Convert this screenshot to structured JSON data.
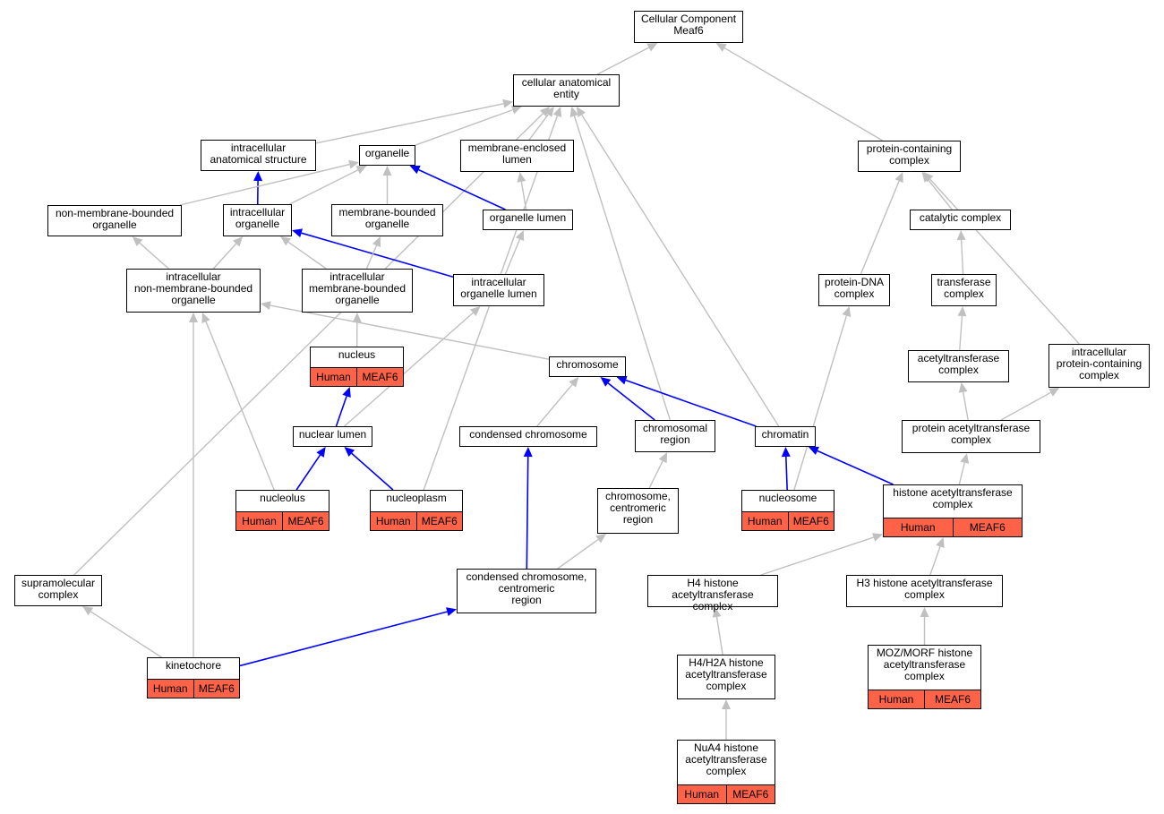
{
  "colors": {
    "is_a_edge": "#c0c0c0",
    "part_of_edge": "#0000ff",
    "annotation_fill": "#ff6347",
    "node_border": "#000000",
    "node_fill": "#ffffff"
  },
  "nodes": {
    "root": {
      "label": "Cellular Component\nMeaf6"
    },
    "cae": {
      "label": "cellular anatomical\nentity"
    },
    "pcc": {
      "label": "protein-containing\ncomplex"
    },
    "ias": {
      "label": "intracellular\nanatomical structure"
    },
    "organelle": {
      "label": "organelle"
    },
    "mel": {
      "label": "membrane-enclosed\nlumen"
    },
    "nmbo": {
      "label": "non-membrane-bounded\norganelle"
    },
    "io": {
      "label": "intracellular\norganelle"
    },
    "mbo": {
      "label": "membrane-bounded\norganelle"
    },
    "ol": {
      "label": "organelle lumen"
    },
    "cat": {
      "label": "catalytic complex"
    },
    "inmbo": {
      "label": "intracellular\nnon-membrane-bounded\norganelle"
    },
    "imbo": {
      "label": "intracellular\nmembrane-bounded\norganelle"
    },
    "iol": {
      "label": "intracellular\norganelle lumen"
    },
    "pdna": {
      "label": "protein-DNA\ncomplex"
    },
    "trans": {
      "label": "transferase\ncomplex"
    },
    "nucleus": {
      "label": "nucleus",
      "annotations": [
        "Human",
        "MEAF6"
      ]
    },
    "chromosome": {
      "label": "chromosome"
    },
    "acet": {
      "label": "acetyltransferase\ncomplex"
    },
    "ipcc": {
      "label": "intracellular\nprotein-containing\ncomplex"
    },
    "nl": {
      "label": "nuclear lumen"
    },
    "cc": {
      "label": "condensed chromosome"
    },
    "cr": {
      "label": "chromosomal\nregion"
    },
    "chromatin": {
      "label": "chromatin"
    },
    "pacet": {
      "label": "protein acetyltransferase\ncomplex"
    },
    "nucleolus": {
      "label": "nucleolus",
      "annotations": [
        "Human",
        "MEAF6"
      ]
    },
    "nucleoplasm": {
      "label": "nucleoplasm",
      "annotations": [
        "Human",
        "MEAF6"
      ]
    },
    "ccr": {
      "label": "chromosome,\ncentromeric\nregion"
    },
    "nucleosome": {
      "label": "nucleosome",
      "annotations": [
        "Human",
        "MEAF6"
      ]
    },
    "hat": {
      "label": "histone acetyltransferase\ncomplex",
      "annotations": [
        "Human",
        "MEAF6"
      ]
    },
    "smc": {
      "label": "supramolecular\ncomplex"
    },
    "cccr": {
      "label": "condensed chromosome,\ncentromeric\nregion"
    },
    "h4hat": {
      "label": "H4 histone acetyltransferase\ncomplex"
    },
    "h3hat": {
      "label": "H3 histone acetyltransferase\ncomplex"
    },
    "kinetochore": {
      "label": "kinetochore",
      "annotations": [
        "Human",
        "MEAF6"
      ]
    },
    "h4h2a": {
      "label": "H4/H2A histone\nacetyltransferase\ncomplex"
    },
    "moz": {
      "label": "MOZ/MORF histone\nacetyltransferase\ncomplex",
      "annotations": [
        "Human",
        "MEAF6"
      ]
    },
    "nua4": {
      "label": "NuA4 histone\nacetyltransferase\ncomplex",
      "annotations": [
        "Human",
        "MEAF6"
      ]
    }
  },
  "edges": [
    {
      "from": "cae",
      "to": "root",
      "type": "is_a"
    },
    {
      "from": "pcc",
      "to": "root",
      "type": "is_a"
    },
    {
      "from": "ias",
      "to": "cae",
      "type": "is_a"
    },
    {
      "from": "organelle",
      "to": "cae",
      "type": "is_a"
    },
    {
      "from": "mel",
      "to": "cae",
      "type": "is_a"
    },
    {
      "from": "smc",
      "to": "cae",
      "type": "is_a"
    },
    {
      "from": "nucleoplasm",
      "to": "cae",
      "type": "is_a"
    },
    {
      "from": "cr",
      "to": "cae",
      "type": "is_a"
    },
    {
      "from": "chromatin",
      "to": "cae",
      "type": "is_a"
    },
    {
      "from": "io",
      "to": "ias",
      "type": "part_of"
    },
    {
      "from": "nmbo",
      "to": "organelle",
      "type": "is_a"
    },
    {
      "from": "io",
      "to": "organelle",
      "type": "is_a"
    },
    {
      "from": "mbo",
      "to": "organelle",
      "type": "is_a"
    },
    {
      "from": "ol",
      "to": "organelle",
      "type": "part_of"
    },
    {
      "from": "ol",
      "to": "mel",
      "type": "is_a"
    },
    {
      "from": "inmbo",
      "to": "nmbo",
      "type": "is_a"
    },
    {
      "from": "inmbo",
      "to": "io",
      "type": "is_a"
    },
    {
      "from": "imbo",
      "to": "io",
      "type": "is_a"
    },
    {
      "from": "iol",
      "to": "io",
      "type": "part_of"
    },
    {
      "from": "imbo",
      "to": "mbo",
      "type": "is_a"
    },
    {
      "from": "iol",
      "to": "ol",
      "type": "is_a"
    },
    {
      "from": "nucleus",
      "to": "imbo",
      "type": "is_a"
    },
    {
      "from": "chromosome",
      "to": "inmbo",
      "type": "is_a"
    },
    {
      "from": "nucleolus",
      "to": "inmbo",
      "type": "is_a"
    },
    {
      "from": "kinetochore",
      "to": "inmbo",
      "type": "is_a"
    },
    {
      "from": "nl",
      "to": "iol",
      "type": "is_a"
    },
    {
      "from": "nl",
      "to": "nucleus",
      "type": "part_of"
    },
    {
      "from": "nucleolus",
      "to": "nl",
      "type": "part_of"
    },
    {
      "from": "nucleoplasm",
      "to": "nl",
      "type": "part_of"
    },
    {
      "from": "cc",
      "to": "chromosome",
      "type": "is_a"
    },
    {
      "from": "cr",
      "to": "chromosome",
      "type": "part_of"
    },
    {
      "from": "chromatin",
      "to": "chromosome",
      "type": "part_of"
    },
    {
      "from": "cccr",
      "to": "cc",
      "type": "part_of"
    },
    {
      "from": "ccr",
      "to": "cr",
      "type": "is_a"
    },
    {
      "from": "cccr",
      "to": "ccr",
      "type": "is_a"
    },
    {
      "from": "nucleosome",
      "to": "chromatin",
      "type": "part_of"
    },
    {
      "from": "hat",
      "to": "chromatin",
      "type": "part_of"
    },
    {
      "from": "nucleosome",
      "to": "pdna",
      "type": "is_a"
    },
    {
      "from": "pdna",
      "to": "pcc",
      "type": "is_a"
    },
    {
      "from": "cat",
      "to": "pcc",
      "type": "is_a"
    },
    {
      "from": "ipcc",
      "to": "pcc",
      "type": "is_a"
    },
    {
      "from": "trans",
      "to": "cat",
      "type": "is_a"
    },
    {
      "from": "acet",
      "to": "trans",
      "type": "is_a"
    },
    {
      "from": "pacet",
      "to": "acet",
      "type": "is_a"
    },
    {
      "from": "pacet",
      "to": "ipcc",
      "type": "is_a"
    },
    {
      "from": "hat",
      "to": "pacet",
      "type": "is_a"
    },
    {
      "from": "h4hat",
      "to": "hat",
      "type": "is_a"
    },
    {
      "from": "h3hat",
      "to": "hat",
      "type": "is_a"
    },
    {
      "from": "h4h2a",
      "to": "h4hat",
      "type": "is_a"
    },
    {
      "from": "nua4",
      "to": "h4h2a",
      "type": "is_a"
    },
    {
      "from": "moz",
      "to": "h3hat",
      "type": "is_a"
    },
    {
      "from": "kinetochore",
      "to": "smc",
      "type": "is_a"
    },
    {
      "from": "kinetochore",
      "to": "cccr",
      "type": "part_of"
    }
  ]
}
